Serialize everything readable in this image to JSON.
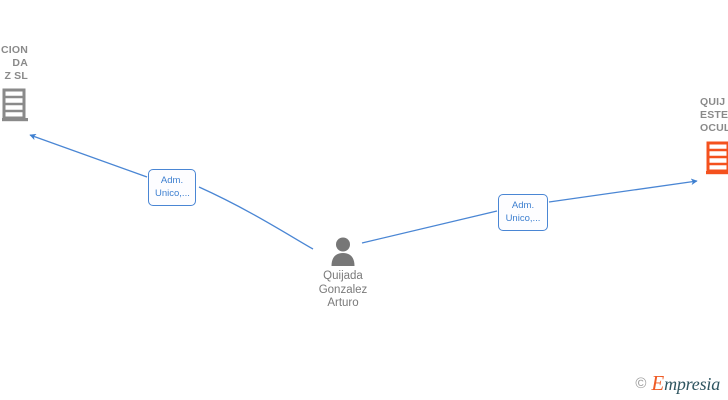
{
  "graph": {
    "nodes": {
      "person": {
        "name": "Quijada\nGonzalez\nArturo",
        "icon": "person-icon",
        "color": "#777777"
      },
      "company_left": {
        "name": "CION\nDA\nZ SL",
        "icon": "building-icon",
        "color": "#8a8a8a",
        "clipped": "true"
      },
      "company_right": {
        "name": "QUIJ\nESTE\nOCULA",
        "icon": "building-icon",
        "color": "#f4511e",
        "clipped": "true"
      }
    },
    "edges": [
      {
        "id": "edge-left",
        "from": "person",
        "to": "company_left",
        "label_line1": "Adm.",
        "label_line2": "Unico,...",
        "color": "#4a86d4"
      },
      {
        "id": "edge-right",
        "from": "person",
        "to": "company_right",
        "label_line1": "Adm.",
        "label_line2": "Unico,...",
        "color": "#4a86d4"
      }
    ]
  },
  "watermark": {
    "copyright": "©",
    "brand_initial": "E",
    "brand_rest": "mpresia"
  }
}
